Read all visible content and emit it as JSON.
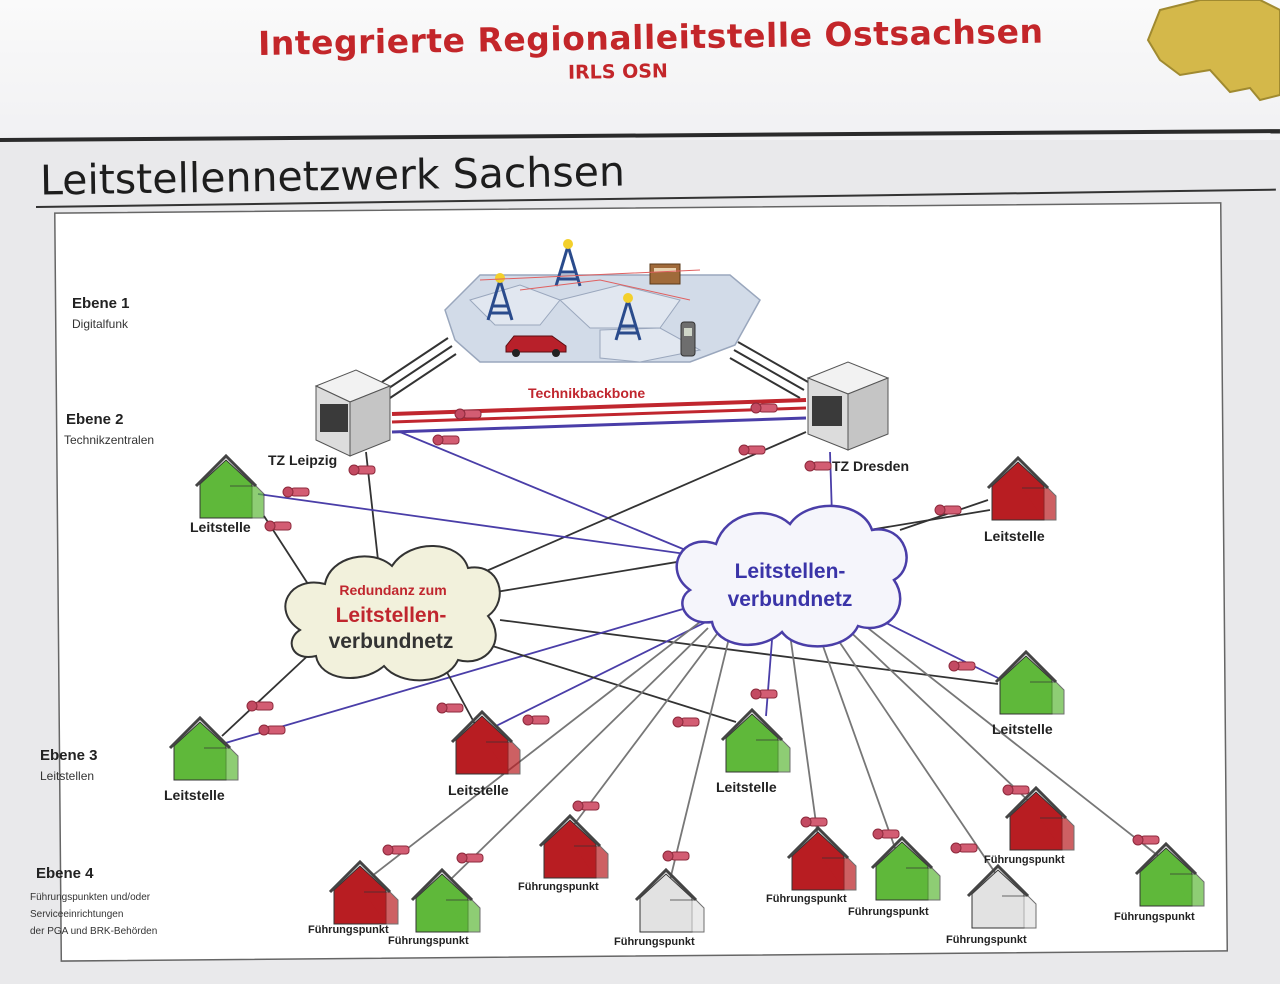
{
  "header": {
    "title": "Integrierte Regionalleitstelle Ostsachsen",
    "subtitle": "IRLS OSN"
  },
  "page_title": "Leitstellennetzwerk Sachsen",
  "levels": [
    {
      "title": "Ebene 1",
      "desc": "Digitalfunk"
    },
    {
      "title": "Ebene 2",
      "desc": "Technikzentralen"
    },
    {
      "title": "Ebene 3",
      "desc": "Leitstellen"
    },
    {
      "title": "Ebene 4",
      "desc_lines": [
        "Führungspunkten und/oder",
        "Serviceeinrichtungen",
        "der PGA und BRK-Behörden"
      ]
    }
  ],
  "backbone_label": "Technikbackbone",
  "tz_leipzig": "TZ Leipzig",
  "tz_dresden": "TZ Dresden",
  "cloud_left": {
    "line1": "Redundanz zum",
    "line2": "Leitstellen-",
    "line3": "verbundnetz"
  },
  "cloud_right": {
    "line1": "Leitstellen-",
    "line2": "verbundnetz"
  },
  "leitstelle_label": "Leitstelle",
  "fuehrungspunkt_label": "Führungspunkt",
  "colors": {
    "title_red": "#c3262a",
    "house_green": "#5fb83a",
    "house_red": "#b81d22",
    "house_gray": "#e2e2e2",
    "link_blue": "#4a3ea8",
    "backbone_red": "#c0262e",
    "left_cloud": "#f2f1dc",
    "right_cloud": "#f5f5fb"
  }
}
